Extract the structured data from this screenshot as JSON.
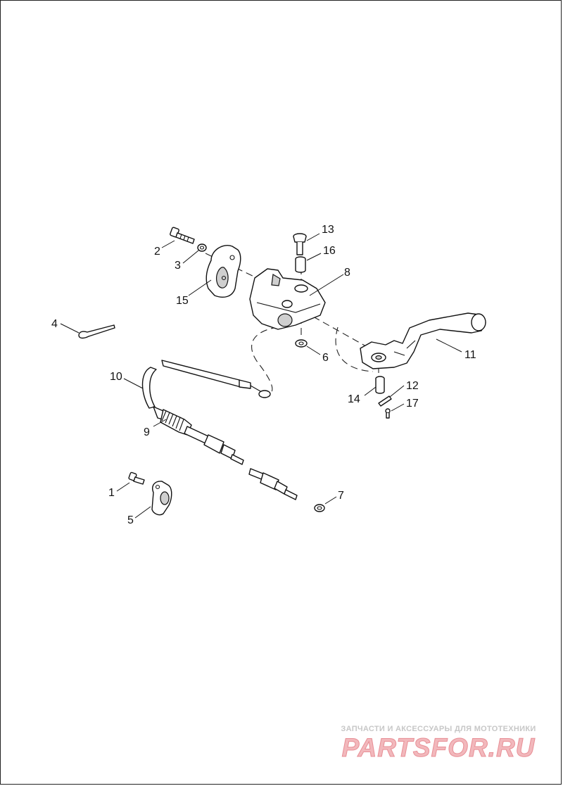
{
  "diagram": {
    "callouts": {
      "p1": "1",
      "p2": "2",
      "p3": "3",
      "p4": "4",
      "p5": "5",
      "p6": "6",
      "p7": "7",
      "p8": "8",
      "p9": "9",
      "p10": "10",
      "p11": "11",
      "p12": "12",
      "p13": "13",
      "p14": "14",
      "p15": "15",
      "p16": "16",
      "p17": "17"
    },
    "colors": {
      "line": "#111111",
      "watermark": "#e88f96"
    }
  },
  "watermark": {
    "tagline": "ЗАПЧАСТИ И АКСЕССУАРЫ ДЛЯ МОТОТЕХНИКИ",
    "logo": "PARTSFOR.RU"
  }
}
